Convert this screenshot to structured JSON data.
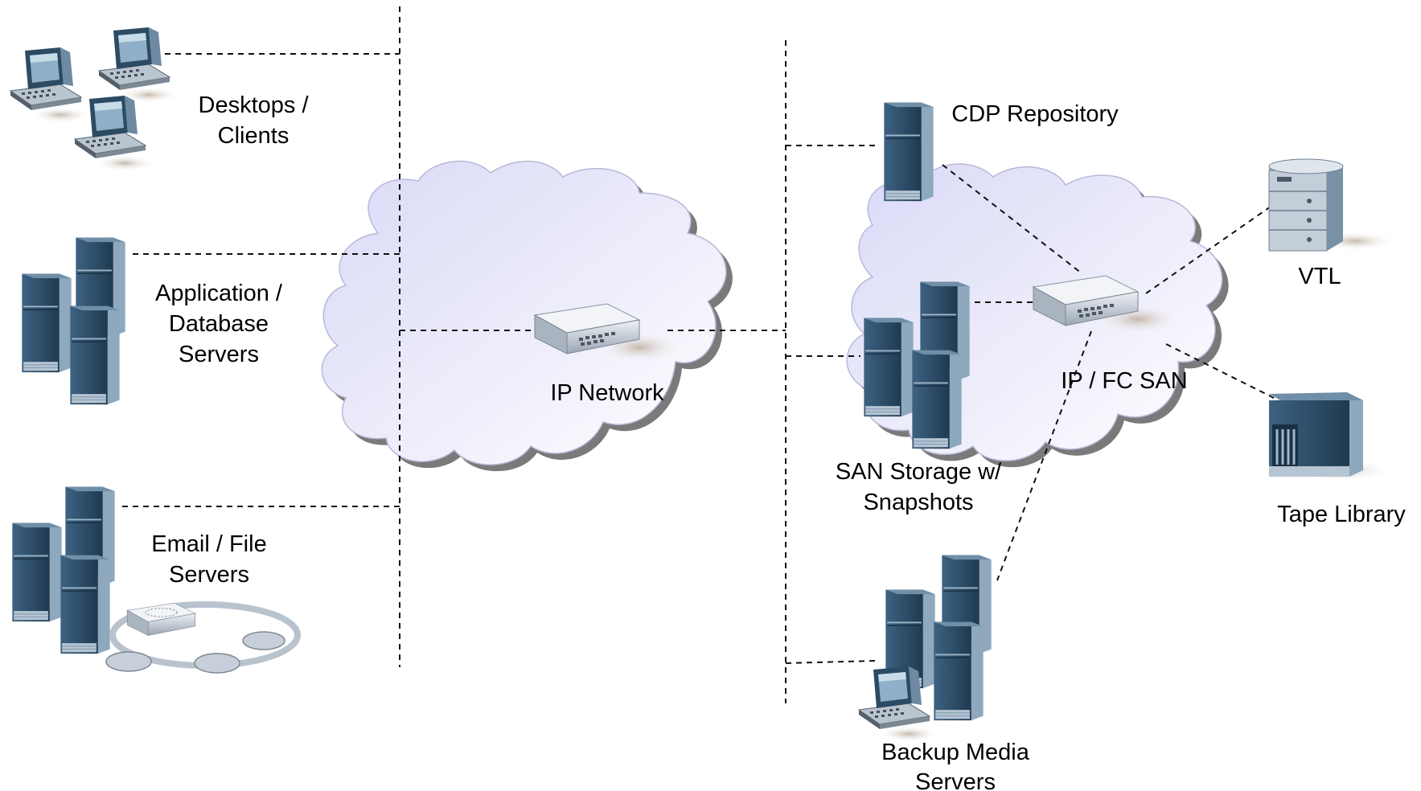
{
  "labels": {
    "desktops": [
      "Desktops /",
      "Clients"
    ],
    "app_db": [
      "Application /",
      "Database",
      "Servers"
    ],
    "email_file": [
      "Email / File",
      "Servers"
    ],
    "ip_network": "IP Network",
    "cdp_repository": "CDP Repository",
    "ip_fc_san": "IP / FC SAN",
    "vtl": "VTL",
    "tape_library": "Tape Library",
    "san_storage": [
      "SAN Storage w/",
      "Snapshots"
    ],
    "backup_media": [
      "Backup Media",
      "Servers"
    ]
  },
  "colors": {
    "cloud_fill": "#e4e4fa",
    "cloud_shadow": "#7a7a7a",
    "server_dark": "#2c4b63",
    "server_mid": "#4a6f8c",
    "server_light": "#9fb6c8",
    "device_silver": "#c9d0d8",
    "line": "#111111"
  },
  "icons": {
    "desktops": "desktop-computer-icon",
    "servers": "server-tower-icon",
    "switch": "network-switch-icon",
    "ring": "ring-network-icon",
    "vtl": "virtual-tape-library-icon",
    "tape": "tape-library-icon"
  }
}
